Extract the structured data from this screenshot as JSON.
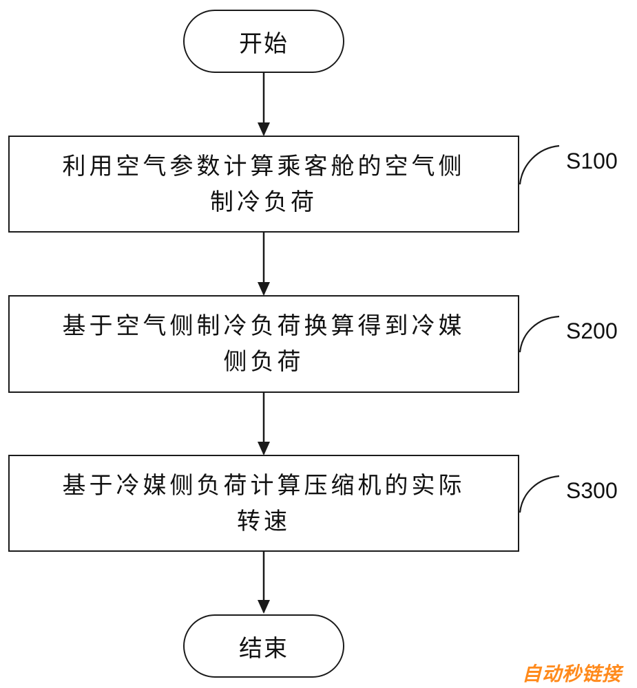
{
  "flowchart": {
    "start": {
      "label": "开始"
    },
    "steps": [
      {
        "id": "S100",
        "line1": "利用空气参数计算乘客舱的空气侧",
        "line2": "制冷负荷"
      },
      {
        "id": "S200",
        "line1": "基于空气侧制冷负荷换算得到冷媒",
        "line2": "侧负荷"
      },
      {
        "id": "S300",
        "line1": "基于冷媒侧负荷计算压缩机的实际",
        "line2": "转速"
      }
    ],
    "end": {
      "label": "结束"
    }
  },
  "watermark": {
    "text": "自动秒链接"
  },
  "colors": {
    "stroke": "#1a1a1a",
    "watermark": "#ff8a1c"
  }
}
